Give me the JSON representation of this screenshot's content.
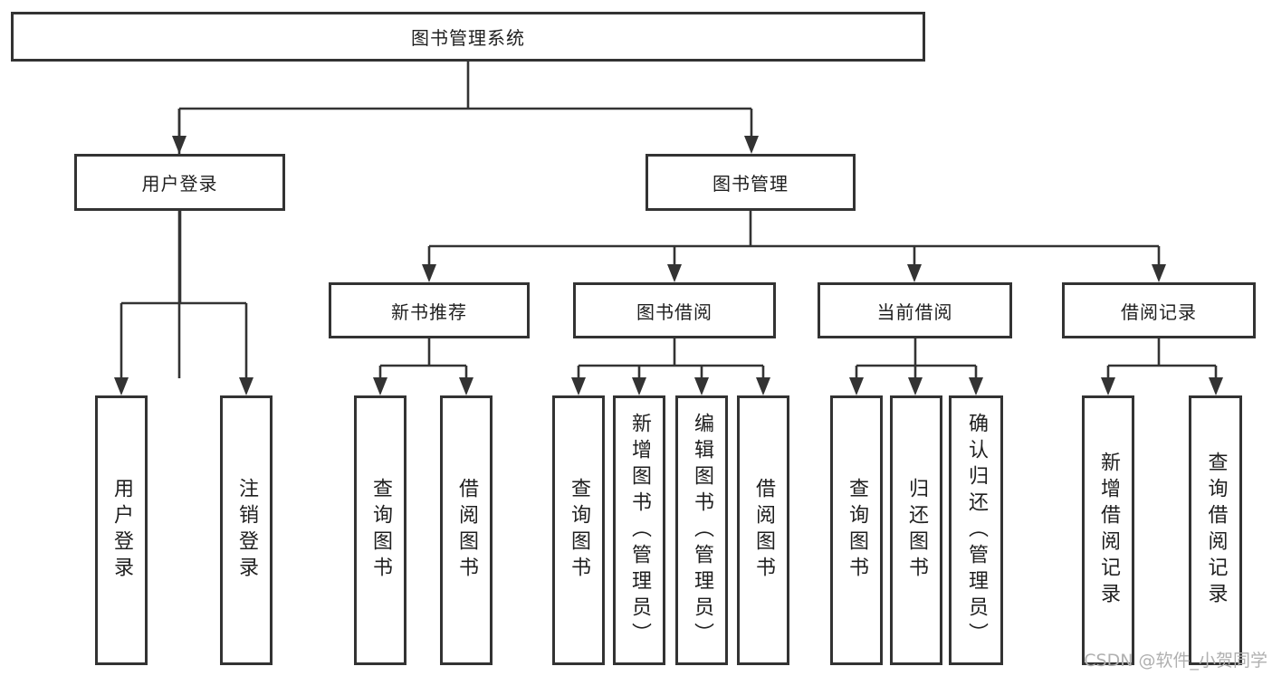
{
  "diagram": {
    "root": {
      "label": "图书管理系统"
    },
    "branches": [
      {
        "label": "用户登录",
        "children": [
          {
            "label": "用户登录"
          },
          {
            "label": "注销登录"
          }
        ]
      },
      {
        "label": "图书管理",
        "sections": [
          {
            "label": "新书推荐",
            "children": [
              {
                "label": "查询图书"
              },
              {
                "label": "借阅图书"
              }
            ]
          },
          {
            "label": "图书借阅",
            "children": [
              {
                "label": "查询图书"
              },
              {
                "label": "新增图书（管理员）"
              },
              {
                "label": "编辑图书（管理员）"
              },
              {
                "label": "借阅图书"
              }
            ]
          },
          {
            "label": "当前借阅",
            "children": [
              {
                "label": "查询图书"
              },
              {
                "label": "归还图书"
              },
              {
                "label": "确认归还（管理员）"
              }
            ]
          },
          {
            "label": "借阅记录",
            "children": [
              {
                "label": "新增借阅记录"
              },
              {
                "label": "查询借阅记录"
              }
            ]
          }
        ]
      }
    ]
  },
  "watermark": {
    "text": "CSDN @软件_小贺同学"
  },
  "colors": {
    "line": "#333333",
    "text": "#1f1f1f",
    "watermark": "#b0b0b0",
    "background": "#ffffff"
  }
}
